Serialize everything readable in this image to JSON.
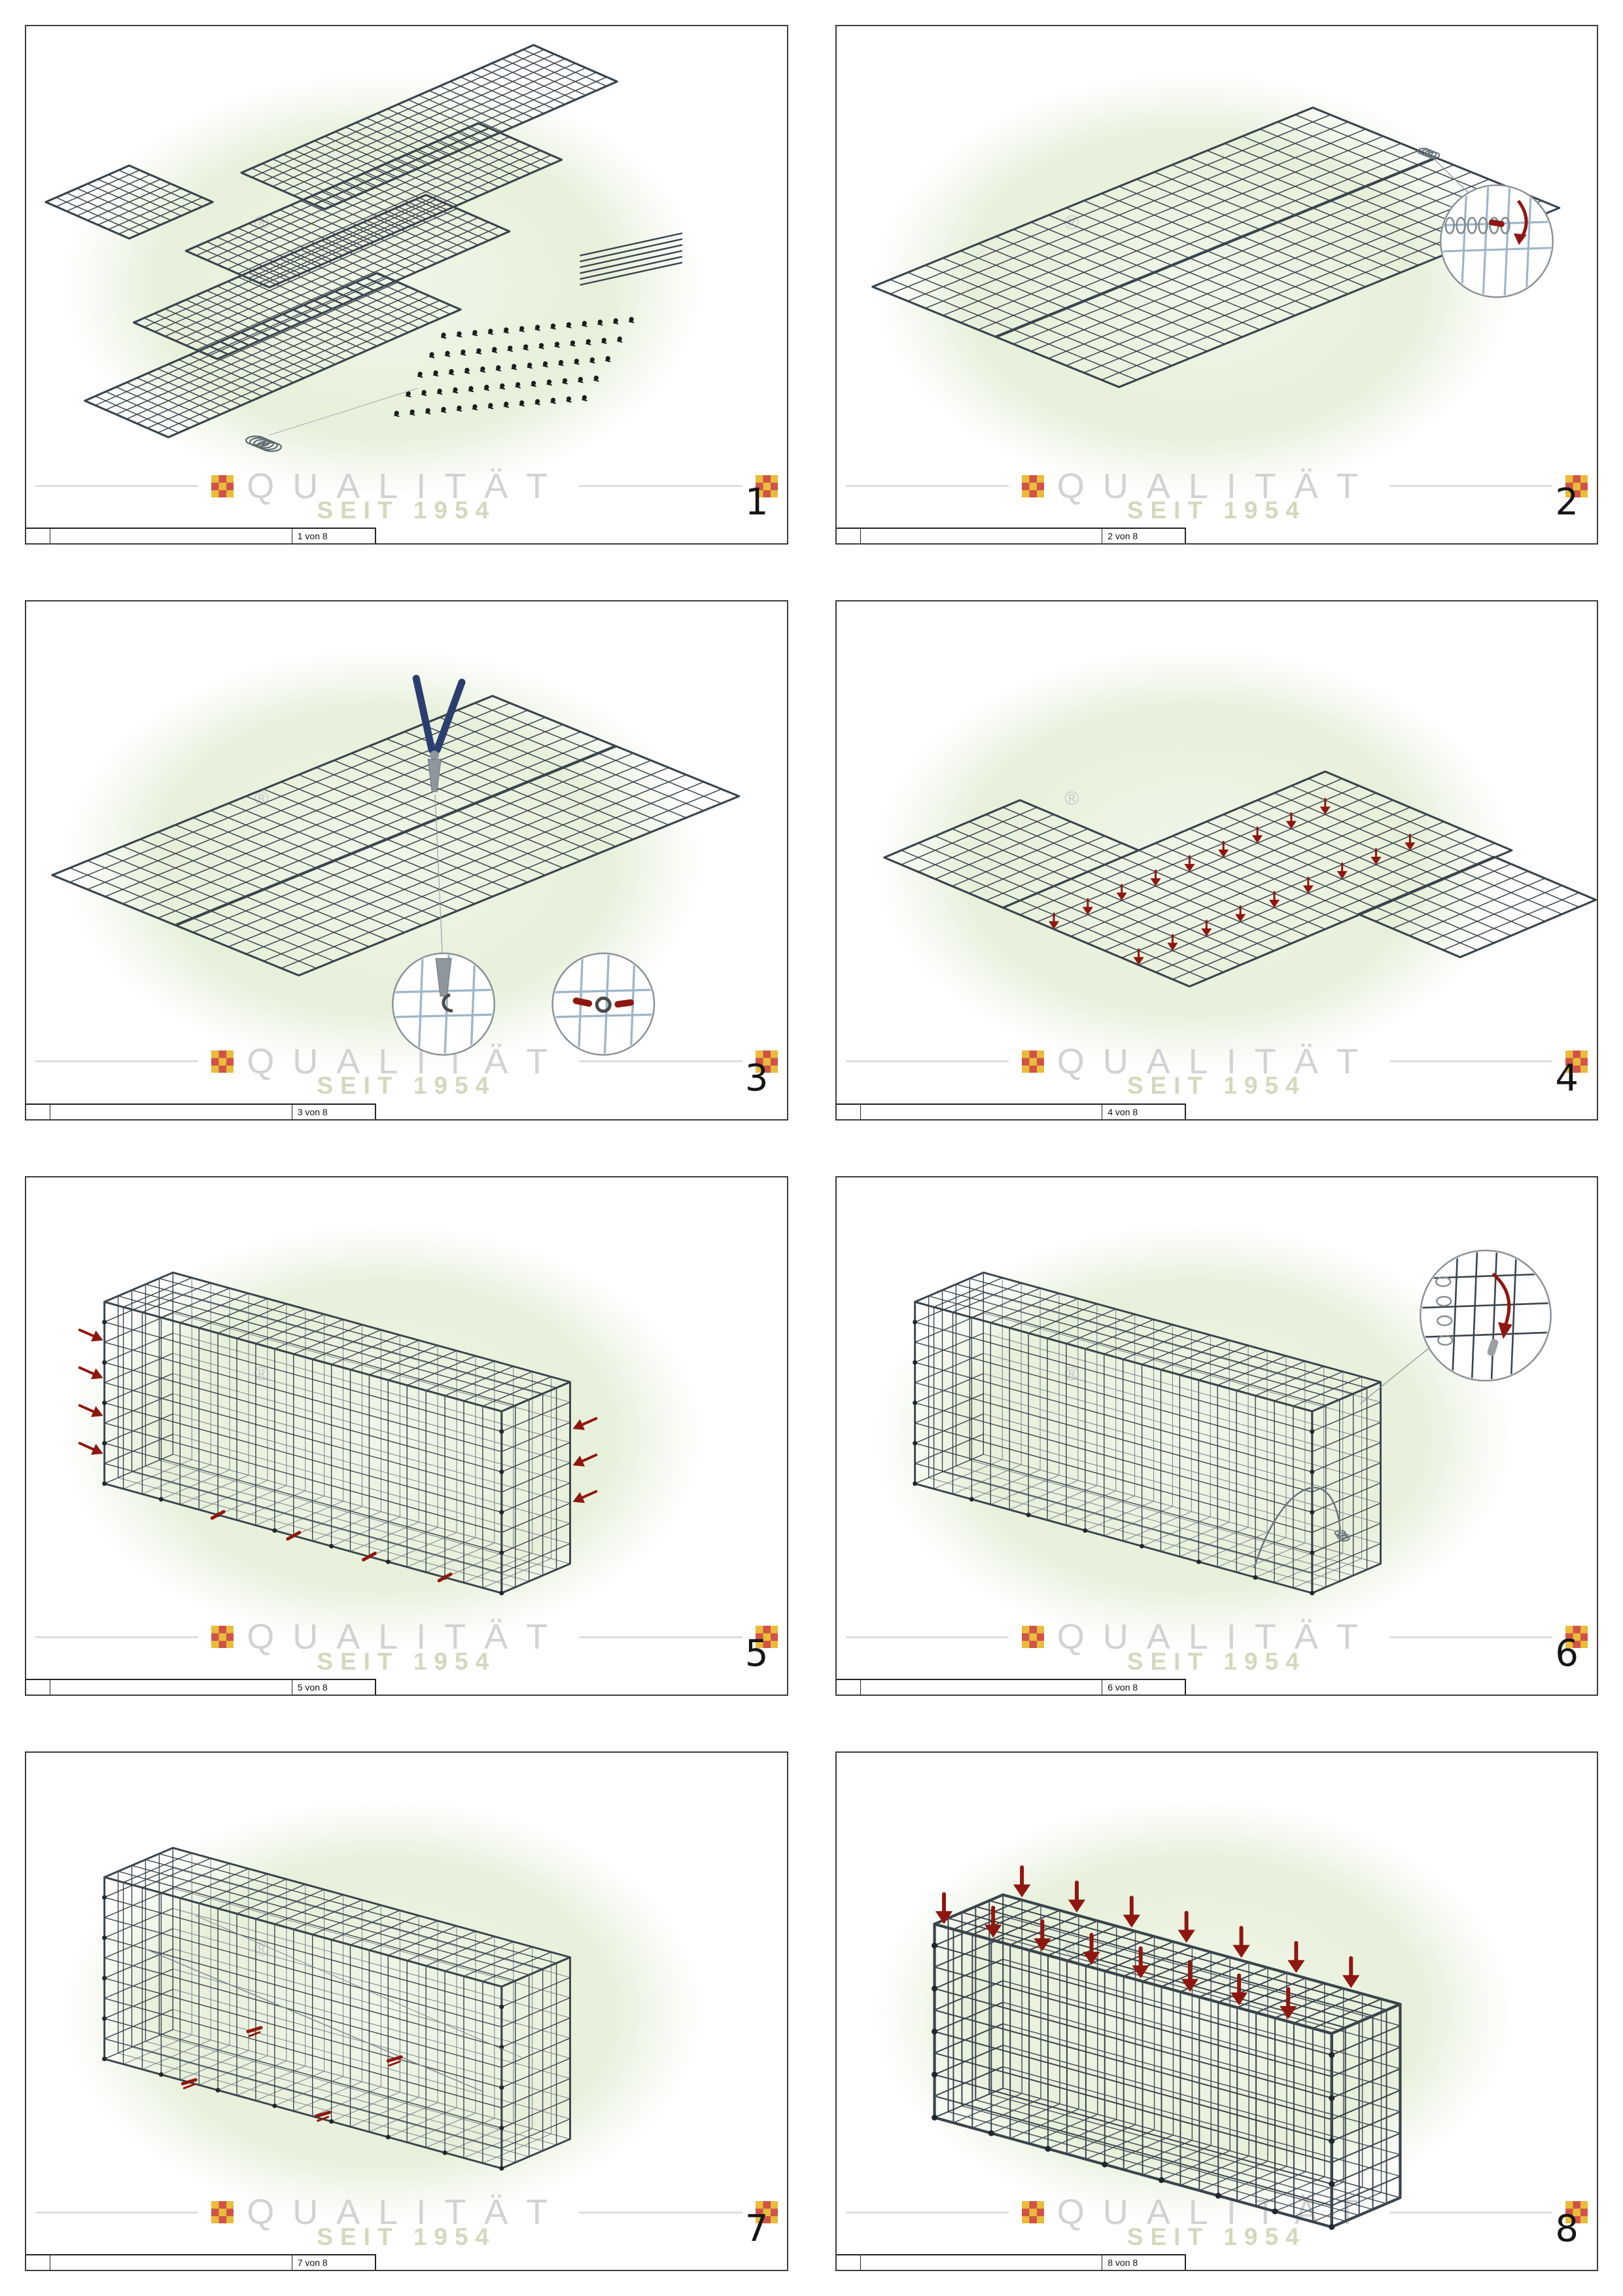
{
  "watermark": {
    "line1": "QUALITÄT",
    "line2": "SEIT 1954",
    "registered": "®"
  },
  "panels": [
    {
      "number": "1",
      "footer": "1 von 8"
    },
    {
      "number": "2",
      "footer": "2 von 8"
    },
    {
      "number": "3",
      "footer": "3 von 8"
    },
    {
      "number": "4",
      "footer": "4 von 8"
    },
    {
      "number": "5",
      "footer": "5 von 8"
    },
    {
      "number": "6",
      "footer": "6 von 8"
    },
    {
      "number": "7",
      "footer": "7 von 8"
    },
    {
      "number": "8",
      "footer": "8 von 8"
    }
  ],
  "colors": {
    "mesh": "#3a444c",
    "mesh_light": "#7d8890",
    "accent_red": "#8f1711",
    "tool_blue": "#2c3e70",
    "detail_blue": "#9fb6c8",
    "tool_gray": "#8f979d",
    "clip_dark": "#1c1c1c",
    "watermark_green": "#e7f0da",
    "watermark_gray": "#d2d2d2",
    "seit_color": "#d4d8bd",
    "logo_red": "#c6271c",
    "logo_yellow": "#e3ab07"
  }
}
